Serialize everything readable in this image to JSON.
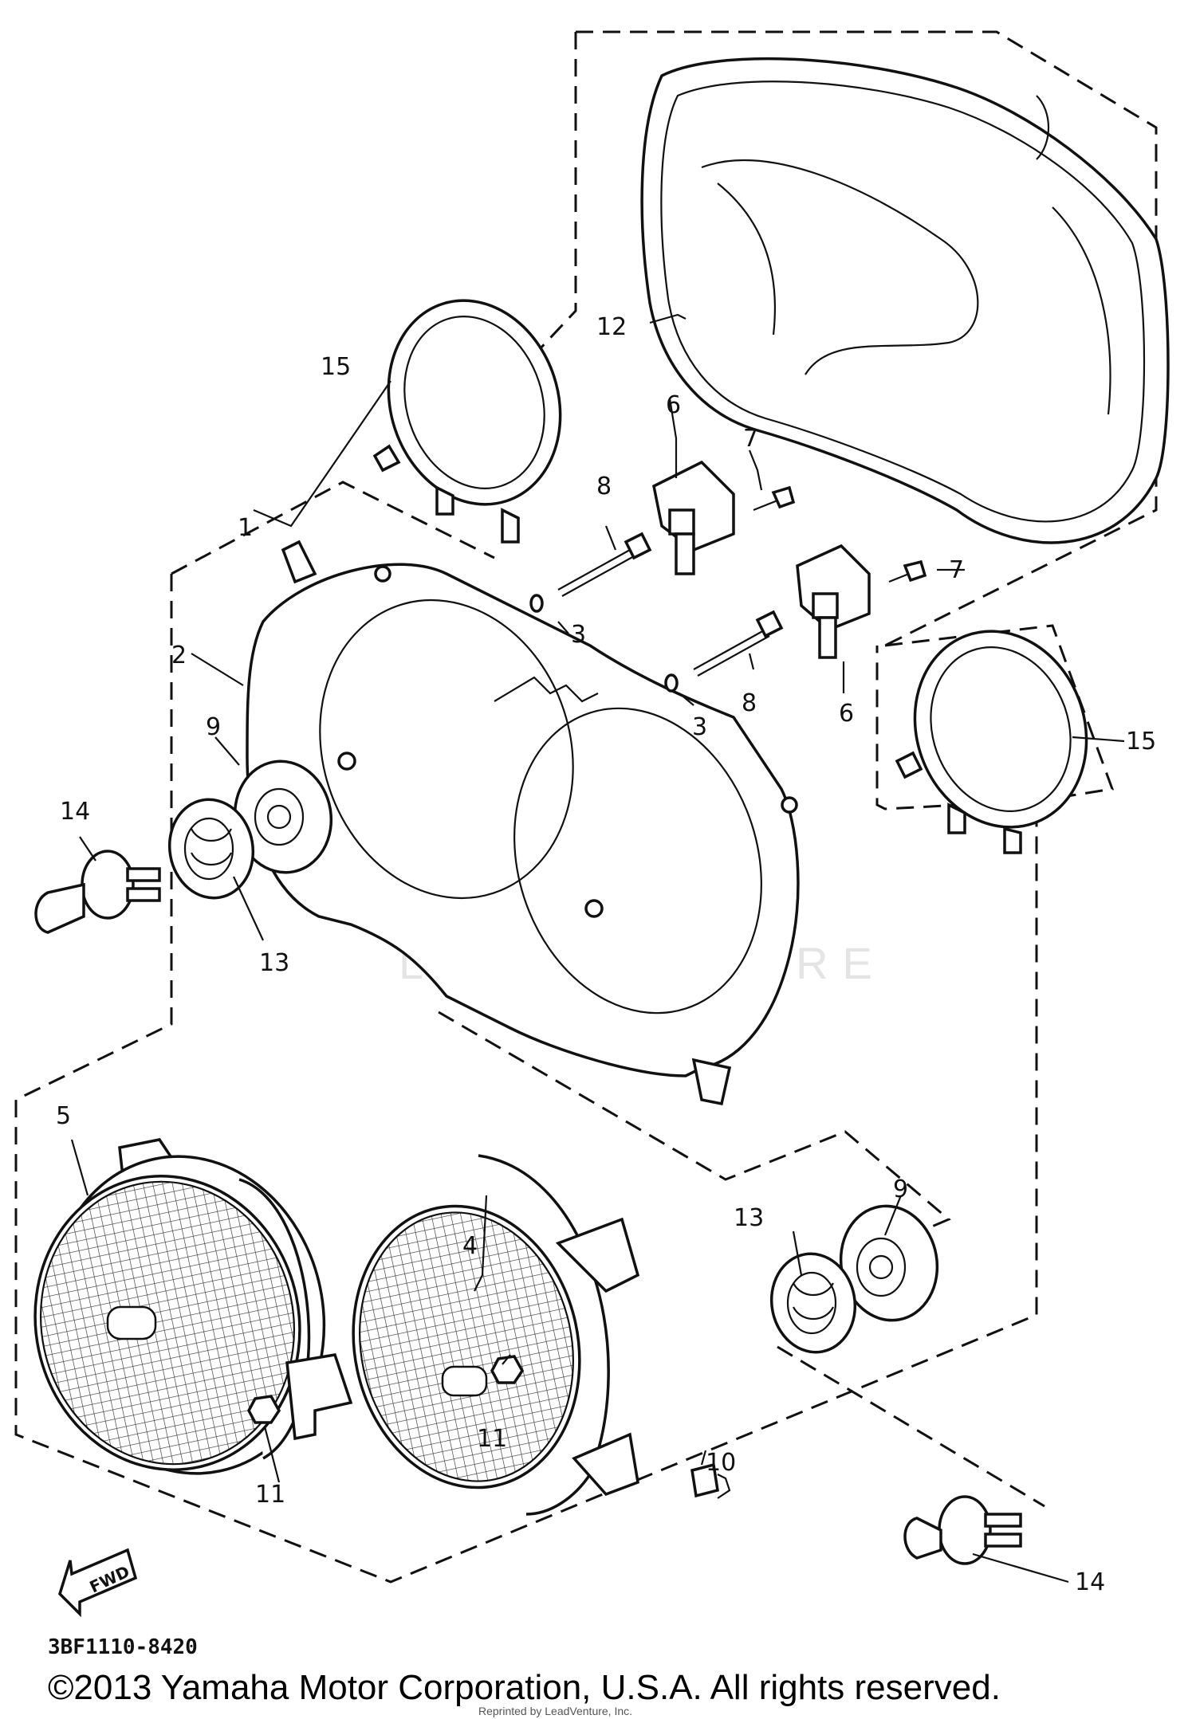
{
  "diagram": {
    "callouts": {
      "c1": "1",
      "c2": "2",
      "c3a": "3",
      "c3b": "3",
      "c4": "4",
      "c5": "5",
      "c6a": "6",
      "c6b": "6",
      "c7a": "7",
      "c7b": "7",
      "c8a": "8",
      "c8b": "8",
      "c9a": "9",
      "c9b": "9",
      "c10": "10",
      "c11a": "11",
      "c11b": "11",
      "c12": "12",
      "c13a": "13",
      "c13b": "13",
      "c14a": "14",
      "c14b": "14",
      "c15a": "15",
      "c15b": "15"
    },
    "fwd_label": "FWD",
    "diagram_code": "3BF1110-8420",
    "watermark": "LEADVENTURE",
    "copyright": "©2013 Yamaha Motor Corporation, U.S.A. All rights reserved.",
    "reprint_note": "Reprinted by LeadVenture, Inc."
  }
}
